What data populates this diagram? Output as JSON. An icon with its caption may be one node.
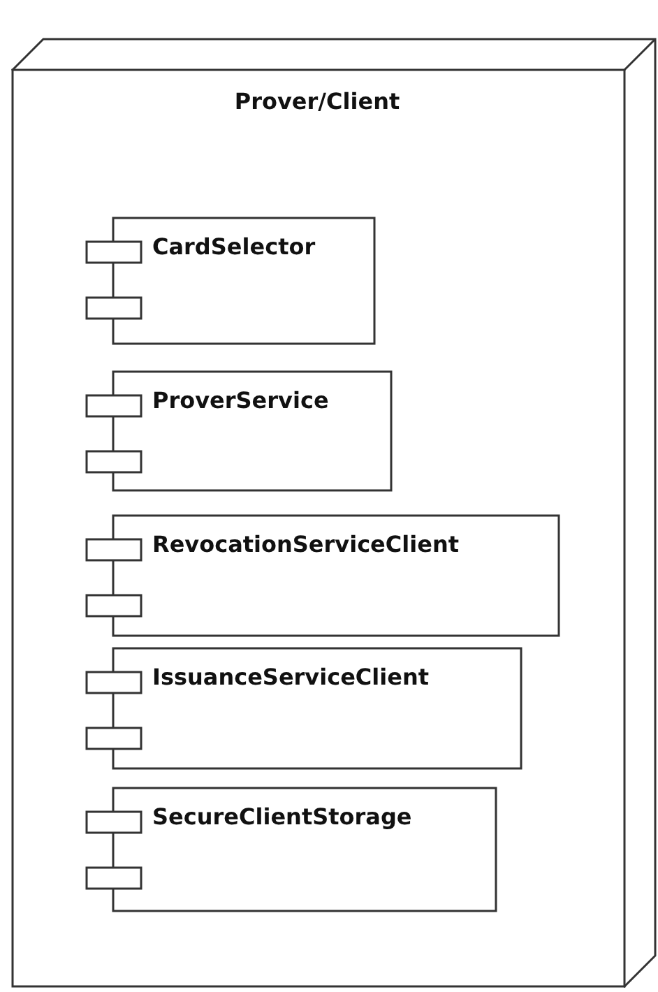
{
  "diagram": {
    "nodes": [
      {
        "text": [
          "Prover/Client"
        ]
      },
      {
        "text": [
          "CardSelector"
        ],
        "in": 0
      },
      {
        "text": [
          "ProverService"
        ],
        "in": 0
      },
      {
        "text": [
          "RevocationServiceClient"
        ],
        "in": 0
      },
      {
        "text": [
          "IssuanceServiceClient"
        ],
        "in": 0
      },
      {
        "text": [
          "SecureClientStorage"
        ],
        "in": 0
      }
    ]
  }
}
